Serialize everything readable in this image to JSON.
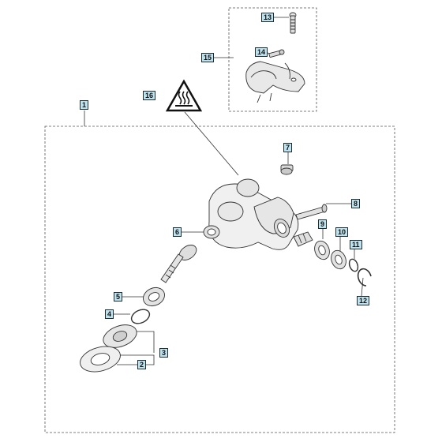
{
  "diagram": {
    "callouts": [
      {
        "id": "c1",
        "label": "1"
      },
      {
        "id": "c2",
        "label": "2"
      },
      {
        "id": "c3",
        "label": "3"
      },
      {
        "id": "c4",
        "label": "4"
      },
      {
        "id": "c5",
        "label": "5"
      },
      {
        "id": "c6",
        "label": "6"
      },
      {
        "id": "c7",
        "label": "7"
      },
      {
        "id": "c8",
        "label": "8"
      },
      {
        "id": "c9",
        "label": "9"
      },
      {
        "id": "c10",
        "label": "10"
      },
      {
        "id": "c11",
        "label": "11"
      },
      {
        "id": "c12",
        "label": "12"
      },
      {
        "id": "c13",
        "label": "13"
      },
      {
        "id": "c14",
        "label": "14"
      },
      {
        "id": "c15",
        "label": "15"
      },
      {
        "id": "c16",
        "label": "16"
      }
    ],
    "warning_icon": "hot-surface-warning-icon",
    "line_color": "#333333",
    "callout_color": "#bfe3ee"
  }
}
